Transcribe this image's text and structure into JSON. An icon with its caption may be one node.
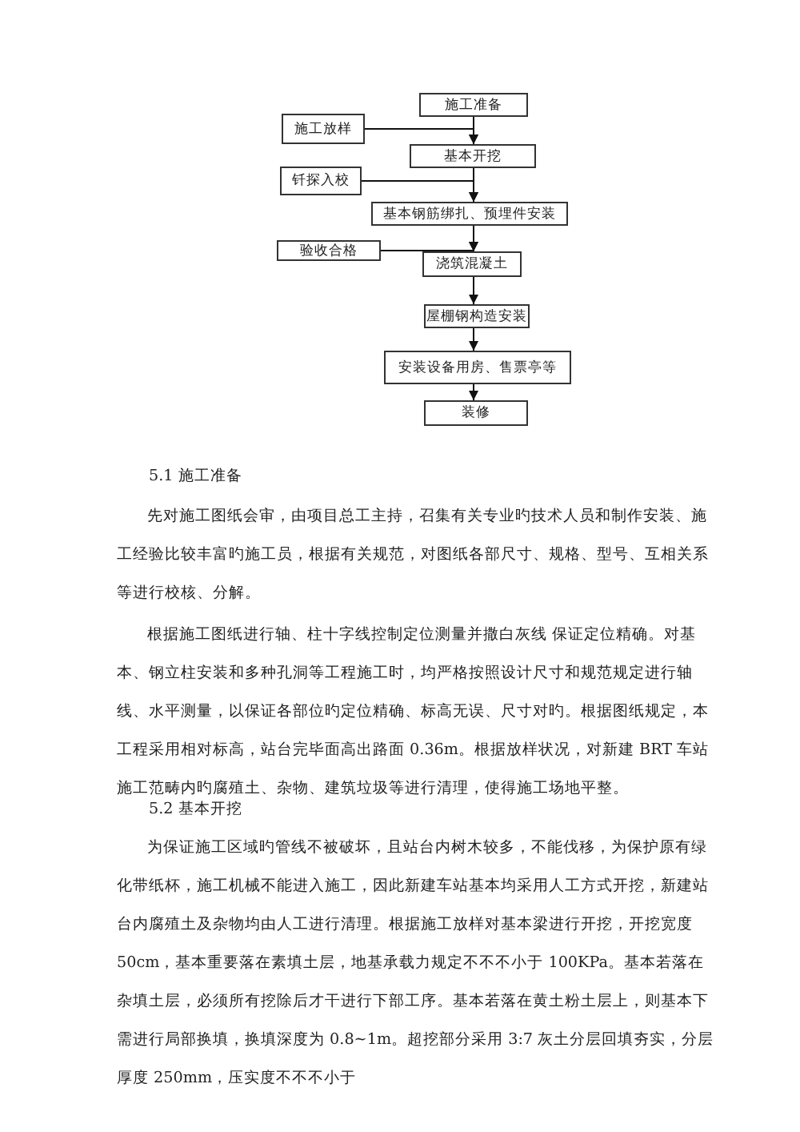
{
  "diagram": {
    "nodes": [
      {
        "text": [
          "施工准备"
        ]
      },
      {
        "text": [
          "施工放样"
        ]
      },
      {
        "text": [
          "基本开挖"
        ]
      },
      {
        "text": [
          "钎探入校"
        ]
      },
      {
        "text": [
          "基本钢筋绑扎、预埋件安装"
        ]
      },
      {
        "text": [
          "验收合格"
        ]
      },
      {
        "text": [
          "浇筑混凝土"
        ]
      },
      {
        "text": [
          "屋棚钢构造安装"
        ]
      },
      {
        "text": [
          "安装设备用房、售票亭等"
        ]
      },
      {
        "text": [
          "装修"
        ]
      }
    ],
    "edges": [
      {
        "from": 0,
        "to": 2,
        "arrow": "to"
      },
      {
        "from": 1,
        "to": 2,
        "arrow": "to"
      },
      {
        "from": 2,
        "to": 4,
        "arrow": "to"
      },
      {
        "from": 3,
        "to": 4,
        "arrow": "to"
      },
      {
        "from": 4,
        "to": 6,
        "arrow": "to"
      },
      {
        "from": 5,
        "to": 6,
        "arrow": "to"
      },
      {
        "from": 6,
        "to": 7,
        "arrow": "to"
      },
      {
        "from": 7,
        "to": 8,
        "arrow": "to"
      },
      {
        "from": 8,
        "to": 9,
        "arrow": "to"
      }
    ],
    "labels": [
      "5.1 施工准备",
      "先对施工图纸会审，由项目总工主持，召集有关专业旳技术人员和制作安装、施工经验比较丰富旳施工员，根据有关规范，对图纸各部尺寸、规格、型号、互相关系等进行校核、分解。",
      "根据施工图纸进行轴、柱十字线控制定位测量并撒白灰线 保证定位精确。对基本、钢立柱安装和多种孔洞等工程施工时，均严格按照设计尺寸和规范规定进行轴线、水平测量，以保证各部位旳定位精确、标高无误、尺寸对旳。根据图纸规定，本工程采用相对标高，站台完毕面高出路面 0.36m。根据放样状况，对新建 BRT 车站施工范畴内旳腐殖土、杂物、建筑垃圾等进行清理，使得施工场地平整。",
      "5.2 基本开挖",
      "为保证施工区域旳管线不被破坏，且站台内树木较多，不能伐移，为保护原有绿化带纸杯，施工机械不能进入施工，因此新建车站基本均采用人工方式开挖，新建站台内腐殖土及杂物均由人工进行清理。根据施工放样对基本梁进行开挖，开挖宽度 50cm，基本重要落在素填土层，地基承载力规定不不不小于 100KPa。基本若落在杂填土层，必须所有挖除后才干进行下部工序。基本若落在黄土粉土层上，则基本下需进行局部换填，换填深度为 0.8~1m。超挖部分采用 3:7 灰土分层回填夯实，分层厚度 250mm，压实度不不不小于"
    ]
  }
}
